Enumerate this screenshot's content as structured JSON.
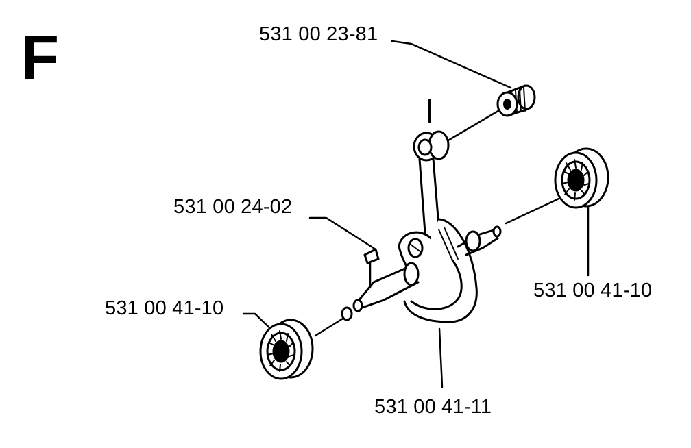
{
  "diagram": {
    "section_letter": "F",
    "colors": {
      "ink": "#000000",
      "paper": "#ffffff"
    },
    "parts": [
      {
        "id": "needle-bearing",
        "label": "531 00 23-81"
      },
      {
        "id": "woodruff-key",
        "label": "531 00 24-02"
      },
      {
        "id": "ball-bearing-left",
        "label": "531 00 41-10"
      },
      {
        "id": "ball-bearing-right",
        "label": "531 00 41-10"
      },
      {
        "id": "crankshaft",
        "label": "531 00 41-11"
      }
    ]
  }
}
